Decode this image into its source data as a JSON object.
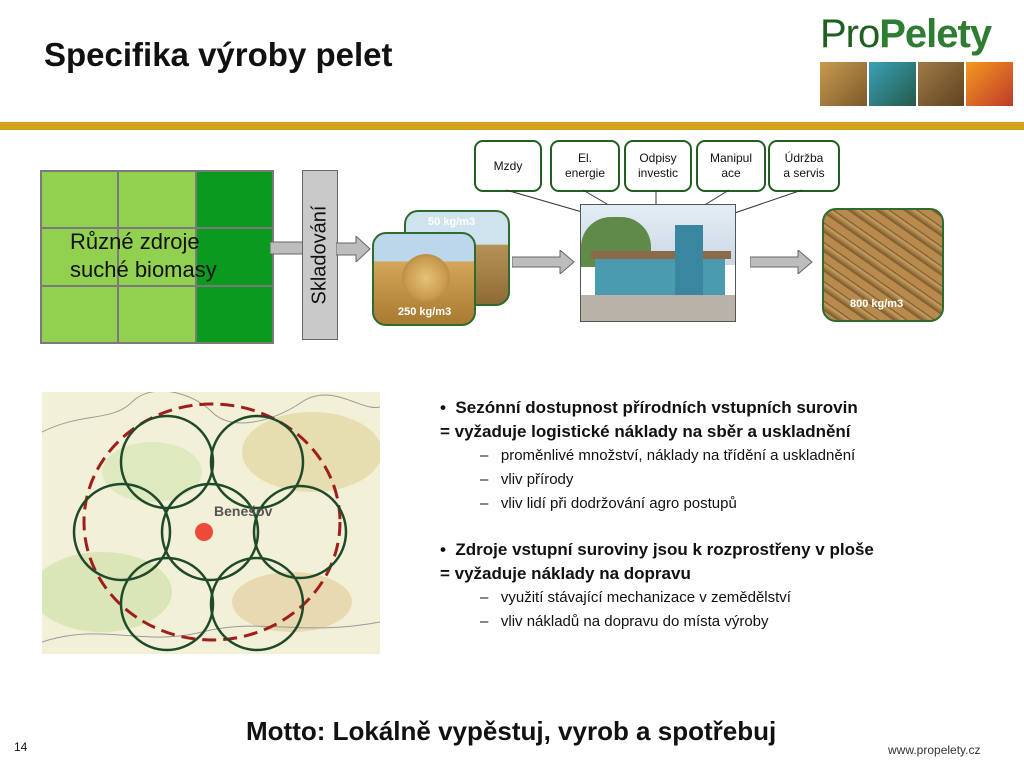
{
  "slide": {
    "title": "Specifika výroby pelet",
    "page_number": "14",
    "footer_url": "www.propelety.cz",
    "motto": "Motto: Lokálně vypěstuj, vyrob a spotřebuj"
  },
  "logo": {
    "part1": "Pro",
    "part2": "Pelety"
  },
  "diagram": {
    "sources_label": "Různé zdroje suché biomasy",
    "sources_line1": "Různé zdroje",
    "sources_line2": "suché biomasy",
    "storage_label": "Skladování",
    "bale_density_back": "50 kg/m3",
    "bale_density_front": "250 kg/m3",
    "pellet_density": "800 kg/m3",
    "costs": [
      {
        "line1": "Mzdy",
        "line2": ""
      },
      {
        "line1": "El.",
        "line2": "energie"
      },
      {
        "line1": "Odpisy",
        "line2": "investic"
      },
      {
        "line1": "Manipul",
        "line2": "ace"
      },
      {
        "line1": "Údržba",
        "line2": "a servis"
      }
    ]
  },
  "map": {
    "town_label": "Benešov"
  },
  "content": {
    "block1_title": "Sezónní dostupnost přírodních vstupních surovin",
    "block1_consequence": "= vyžaduje logistické náklady na sběr a uskladnění",
    "block1_items": [
      "proměnlivé množství, náklady na třídění a uskladnění",
      "vliv přírody",
      "vliv lidí při dodržování agro postupů"
    ],
    "block2_title": "Zdroje vstupní suroviny jsou k rozprostřeny v ploše",
    "block2_consequence": "= vyžaduje náklady na dopravu",
    "block2_items": [
      "využití stávající mechanizace v zemědělství",
      "vliv nákladů na dopravu do místa výroby"
    ]
  },
  "colors": {
    "band": "#d6a21e",
    "grid_light": "#92d050",
    "grid_dark": "#0a9a1e",
    "border_green": "#1f5f1f"
  }
}
